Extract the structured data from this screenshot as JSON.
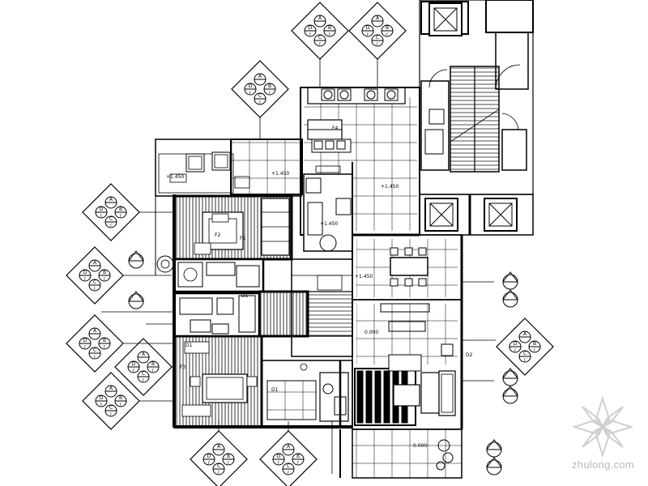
{
  "drawing": {
    "room_tags": [
      "+1.450",
      "+1.450",
      "+1.450",
      "+1.450",
      "+1.450",
      "0.000",
      "0.000"
    ],
    "door_tags": [
      "D1",
      "D1",
      "D1",
      "D2"
    ],
    "elevation_key_letters": [
      "A",
      "B",
      "C",
      "D"
    ],
    "floor_tags": [
      "F1",
      "F2",
      "F3",
      "F4"
    ]
  },
  "watermark": {
    "text": "zhulong.com",
    "logo": "zhulong-flower-logo"
  },
  "colors": {
    "line": "#000000",
    "watermark": "#b9b9b9"
  }
}
